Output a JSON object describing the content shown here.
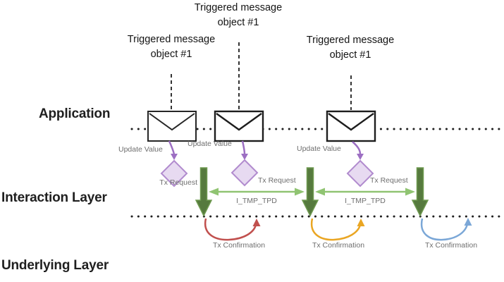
{
  "layers": {
    "application": "Application",
    "interaction": "Interaction Layer",
    "underlying": "Underlying Layer"
  },
  "messages": [
    {
      "label": "Triggered message object #1"
    },
    {
      "label": "Triggered message object #1"
    },
    {
      "label": "Triggered message object #1"
    }
  ],
  "labels": {
    "update_value": "Update Value",
    "tx_request": "Tx Request",
    "bus_signal": "I_TMP_TPD",
    "tx_confirmation": "Tx Confirmation"
  },
  "colors": {
    "purple_arrow": "#9d6fc3",
    "diamond_fill": "#e7daf1",
    "diamond_border": "#b18bce",
    "dark_green_fill": "#567a3e",
    "dark_green_border": "#6f9a50",
    "light_green_arrow": "#90c472",
    "confirm_red": "#c1504e",
    "confirm_amber": "#eaa623",
    "confirm_blue": "#7ba7d7",
    "line_black": "#1f1f1f",
    "label_gray": "#6e6e6e"
  }
}
